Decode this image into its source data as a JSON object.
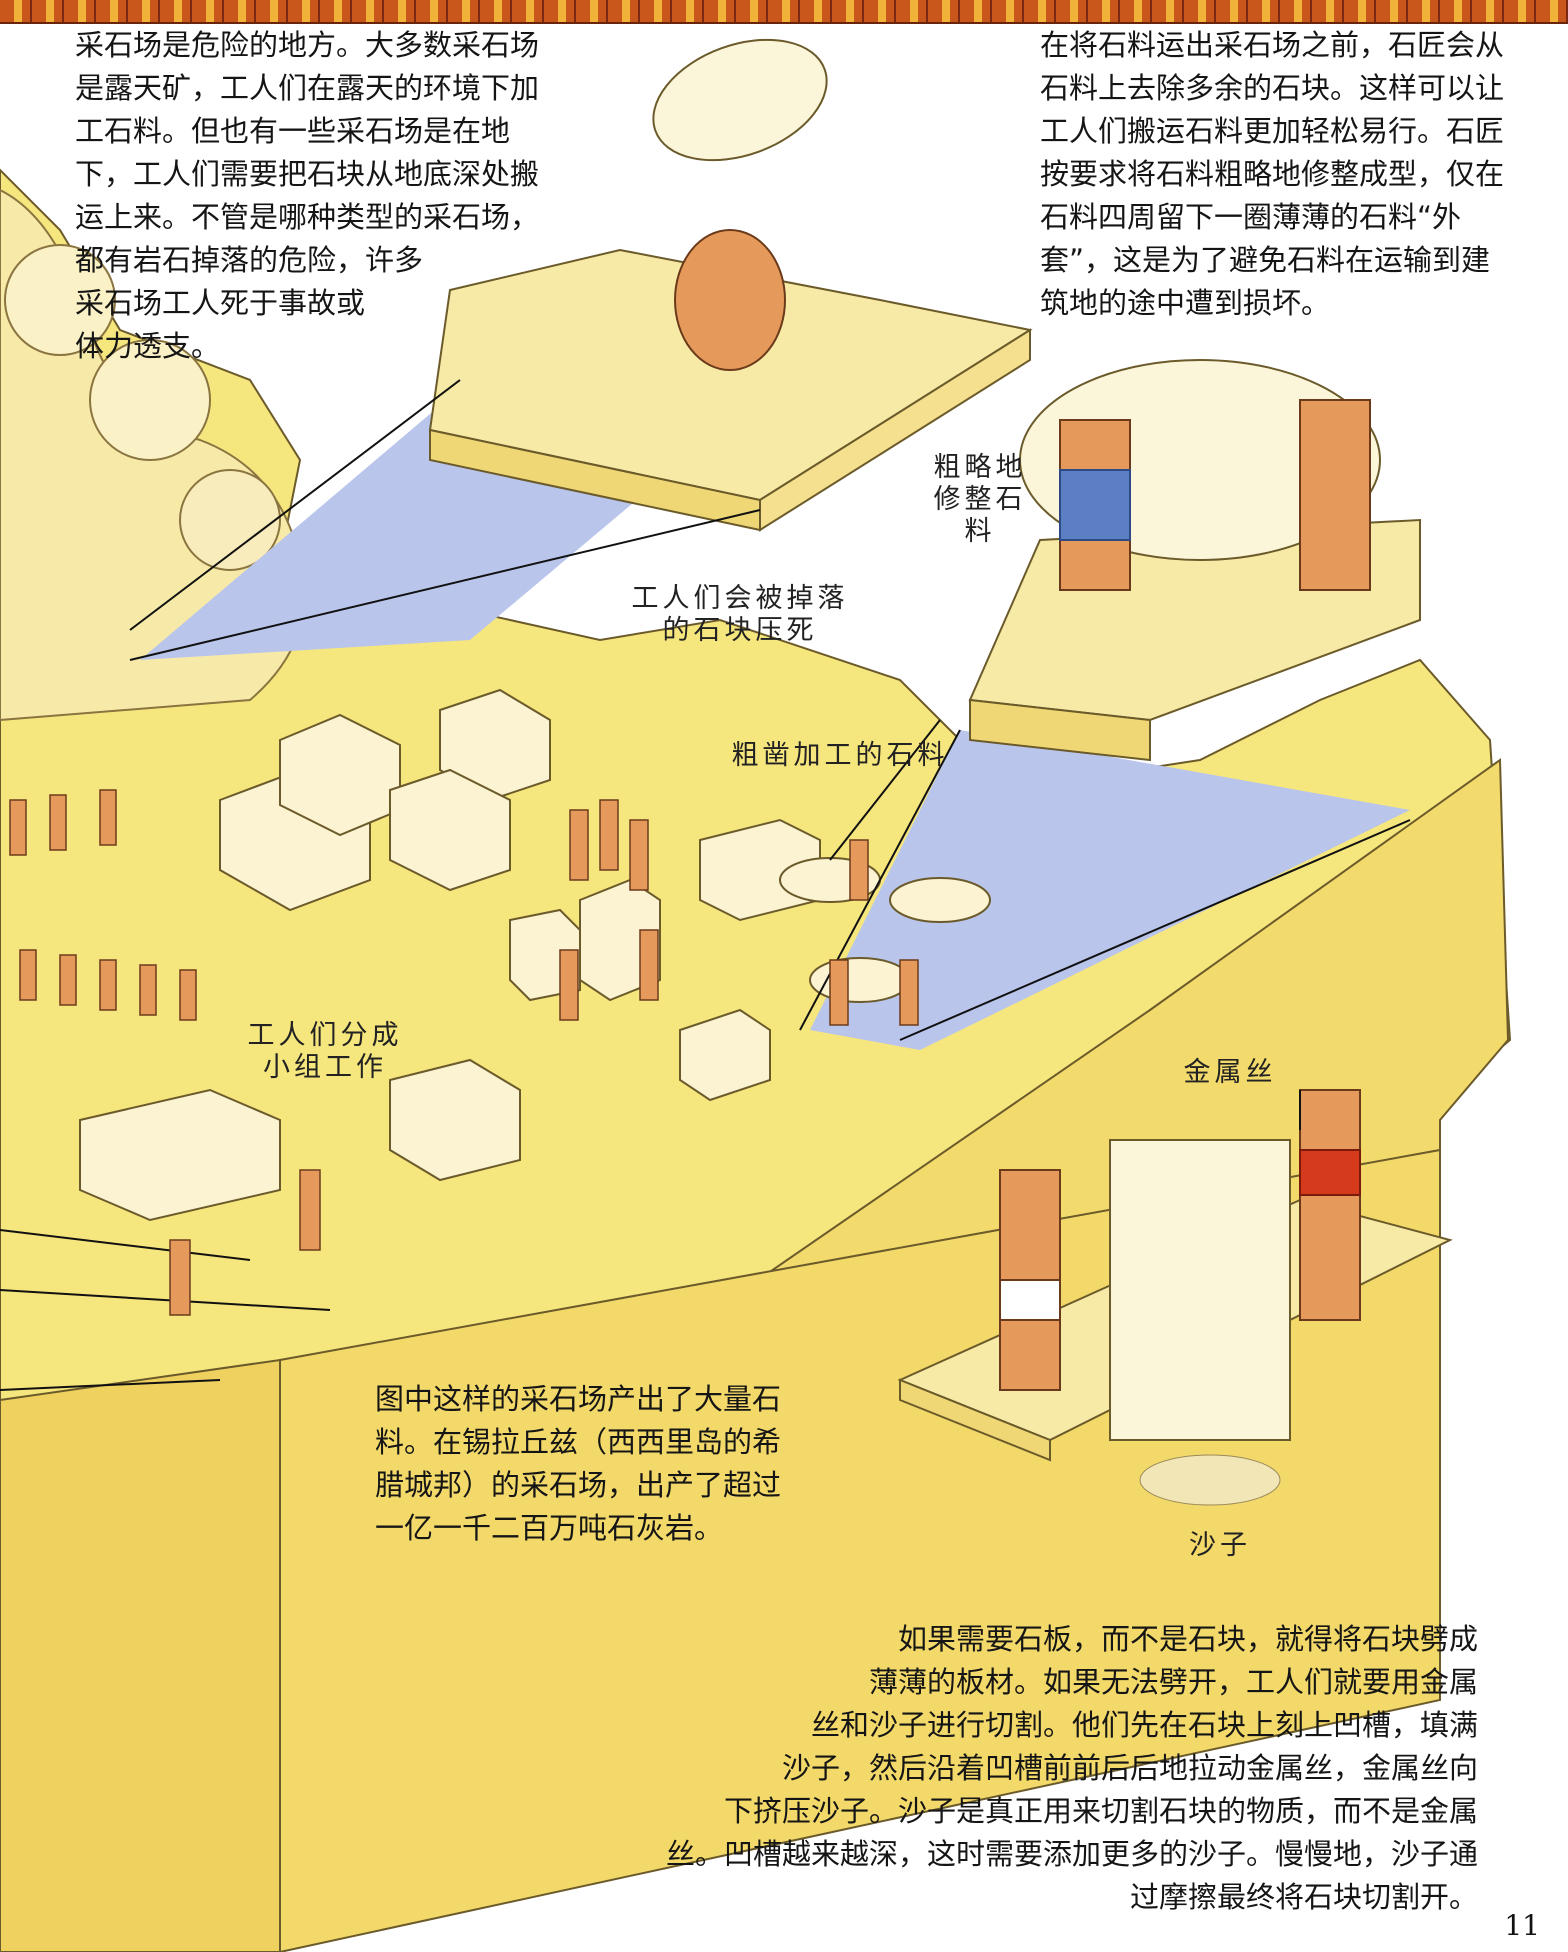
{
  "texts": {
    "danger": [
      "采石场是危险的地方。大多数采石场",
      "是露天矿，工人们在露天的环境下加",
      "工石料。但也有一些采石场是在地",
      "下，工人们需要把石块从地底深处搬",
      "运上来。不管是哪种类型的采石场，",
      "都有岩石掉落的危险，许多",
      "采石场工人死于事故或",
      "体力透支。"
    ],
    "rough_shape": [
      "在将石料运出采石场之前，石匠会从",
      "石料上去除多余的石块。这样可以让",
      "工人们搬运石料更加轻松易行。石匠",
      "按要求将石料粗略地修整成型，仅在",
      "石料四周留下一圈薄薄的石料“外",
      "套”，这是为了避免石料在运输到建",
      "筑地的途中遭到损坏。"
    ],
    "output": [
      "图中这样的采石场产出了大量石",
      "料。在锡拉丘兹（西西里岛的希",
      "腊城邦）的采石场，出产了超过",
      "一亿一千二百万吨石灰岩。"
    ],
    "cutting": [
      "如果需要石板，而不是石块，就得将石块劈成",
      "薄薄的板材。如果无法劈开，工人们就要用金属",
      "丝和沙子进行切割。他们先在石块上刻上凹槽，填满",
      "沙子，然后沿着凹槽前前后后地拉动金属丝，金属丝向",
      "下挤压沙子。沙子是真正用来切割石块的物质，而不是金属",
      "丝。凹槽越来越深，这时需要添加更多的沙子。慢慢地，沙子通",
      "过摩擦最终将石块切割开。"
    ]
  },
  "labels": {
    "rough_1": "粗略地",
    "rough_2": "修整石料",
    "crushed_1": "工人们会被掉落",
    "crushed_2": "的石块压死",
    "roughed_stone": "粗凿加工的石料",
    "groups_1": "工人们分成",
    "groups_2": "小组工作",
    "wire": "金属丝",
    "sand": "沙子"
  },
  "page_number": "11",
  "colors": {
    "ground": "#f6e27a",
    "cliff": "#f3d96a",
    "stone": "#fbf3d2",
    "sky_wedge": "#b8c4ea",
    "border_band": "#c9571c"
  }
}
